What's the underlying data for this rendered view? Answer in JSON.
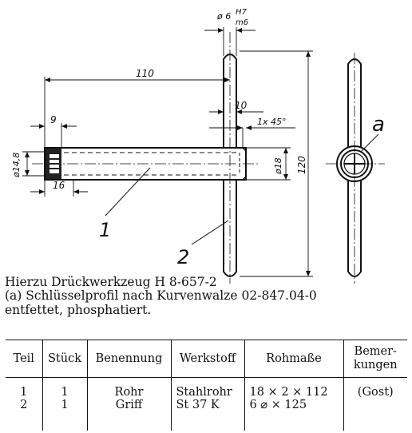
{
  "drawing": {
    "dims": {
      "shaft_dia": "ø 6",
      "fit_hole": "H7",
      "fit_shaft": "m6",
      "length_110": "110",
      "length_9": "9",
      "length_10": "10",
      "chamfer": "1x 45°",
      "dia_14": "ø14,8",
      "dia_18": "ø18",
      "length_16": "16",
      "length_120": "120"
    },
    "labels": {
      "part1": "1",
      "part2": "2",
      "detail_a": "a"
    }
  },
  "notes": {
    "line1": "Hierzu Drückwerkzeug H 8-657-2",
    "line2": "(a)  Schlüsselprofil nach Kurvenwalze 02-847.04-0",
    "line3": "entfettet, phosphatiert."
  },
  "table": {
    "headers": {
      "teil": "Teil",
      "stueck": "Stück",
      "benennung": "Benennung",
      "werkstoff": "Werkstoff",
      "rohmasse": "Rohmaße",
      "bemerkungen": "Bemer-\nkungen"
    },
    "rows": [
      {
        "teil": "1",
        "stueck": "1",
        "benennung": "Rohr",
        "werkstoff": "Stahlrohr",
        "rohmasse": "18 × 2 × 112",
        "bemerkungen": "(Gost)"
      },
      {
        "teil": "2",
        "stueck": "1",
        "benennung": "Griff",
        "werkstoff": "St 37 K",
        "rohmasse": "6 ⌀ × 125",
        "bemerkungen": ""
      }
    ]
  }
}
